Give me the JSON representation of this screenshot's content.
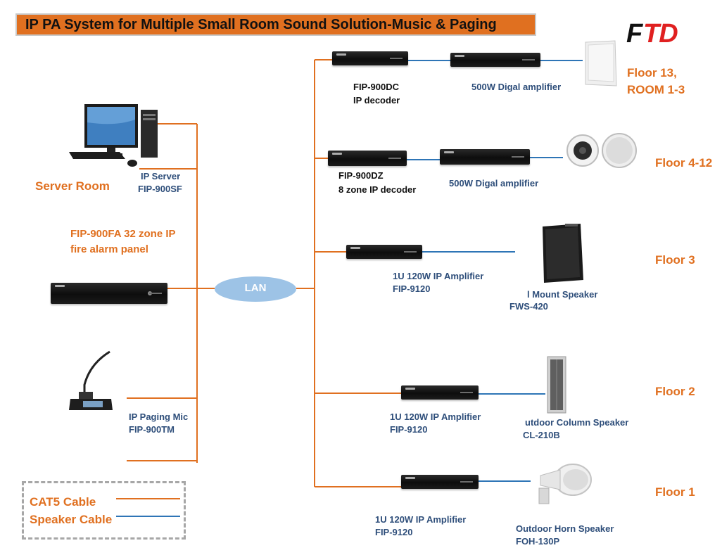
{
  "title": "IP PA System for Multiple Small Room Sound Solution-Music & Paging",
  "brand": {
    "logo_text": "FTD",
    "color": "#e02020"
  },
  "colors": {
    "cat5": "#e07020",
    "speaker_cable": "#2e75b6",
    "lan_fill": "#9dc3e6",
    "title_bg": "#e07020"
  },
  "left": {
    "server_room": "Server Room",
    "ip_server": {
      "name": "IP Server",
      "model": "FIP-900SF"
    },
    "fire_alarm": {
      "line1": "FIP-900FA 32 zone IP",
      "line2": "fire alarm panel"
    },
    "paging_mic": {
      "name": "IP Paging Mic",
      "model": "FIP-900TM"
    }
  },
  "lan": "LAN",
  "branches": [
    {
      "decoder_line1": "FIP-900DC",
      "decoder_line2": "IP decoder",
      "amp": "500W Digal amplifier",
      "floor_line1": "Floor 13,",
      "floor_line2": "ROOM 1-3"
    },
    {
      "decoder_line1": "FIP-900DZ",
      "decoder_line2": "8 zone IP decoder",
      "amp": "500W Digal amplifier",
      "floor": "Floor 4-12"
    },
    {
      "amp_name": "1U 120W IP Amplifier",
      "amp_model": "FIP-9120",
      "speaker_name": "l Mount Speaker",
      "speaker_model": "FWS-420",
      "floor": "Floor 3"
    },
    {
      "amp_name": "1U 120W IP Amplifier",
      "amp_model": "FIP-9120",
      "speaker_name": "utdoor Column Speaker",
      "speaker_model": "CL-210B",
      "floor": "Floor 2"
    },
    {
      "amp_name": "1U 120W IP Amplifier",
      "amp_model": "FIP-9120",
      "speaker_name": "Outdoor Horn Speaker",
      "speaker_model": "FOH-130P",
      "floor": "Floor 1"
    }
  ],
  "legend": {
    "cat5": "CAT5 Cable",
    "speaker": "Speaker Cable"
  }
}
